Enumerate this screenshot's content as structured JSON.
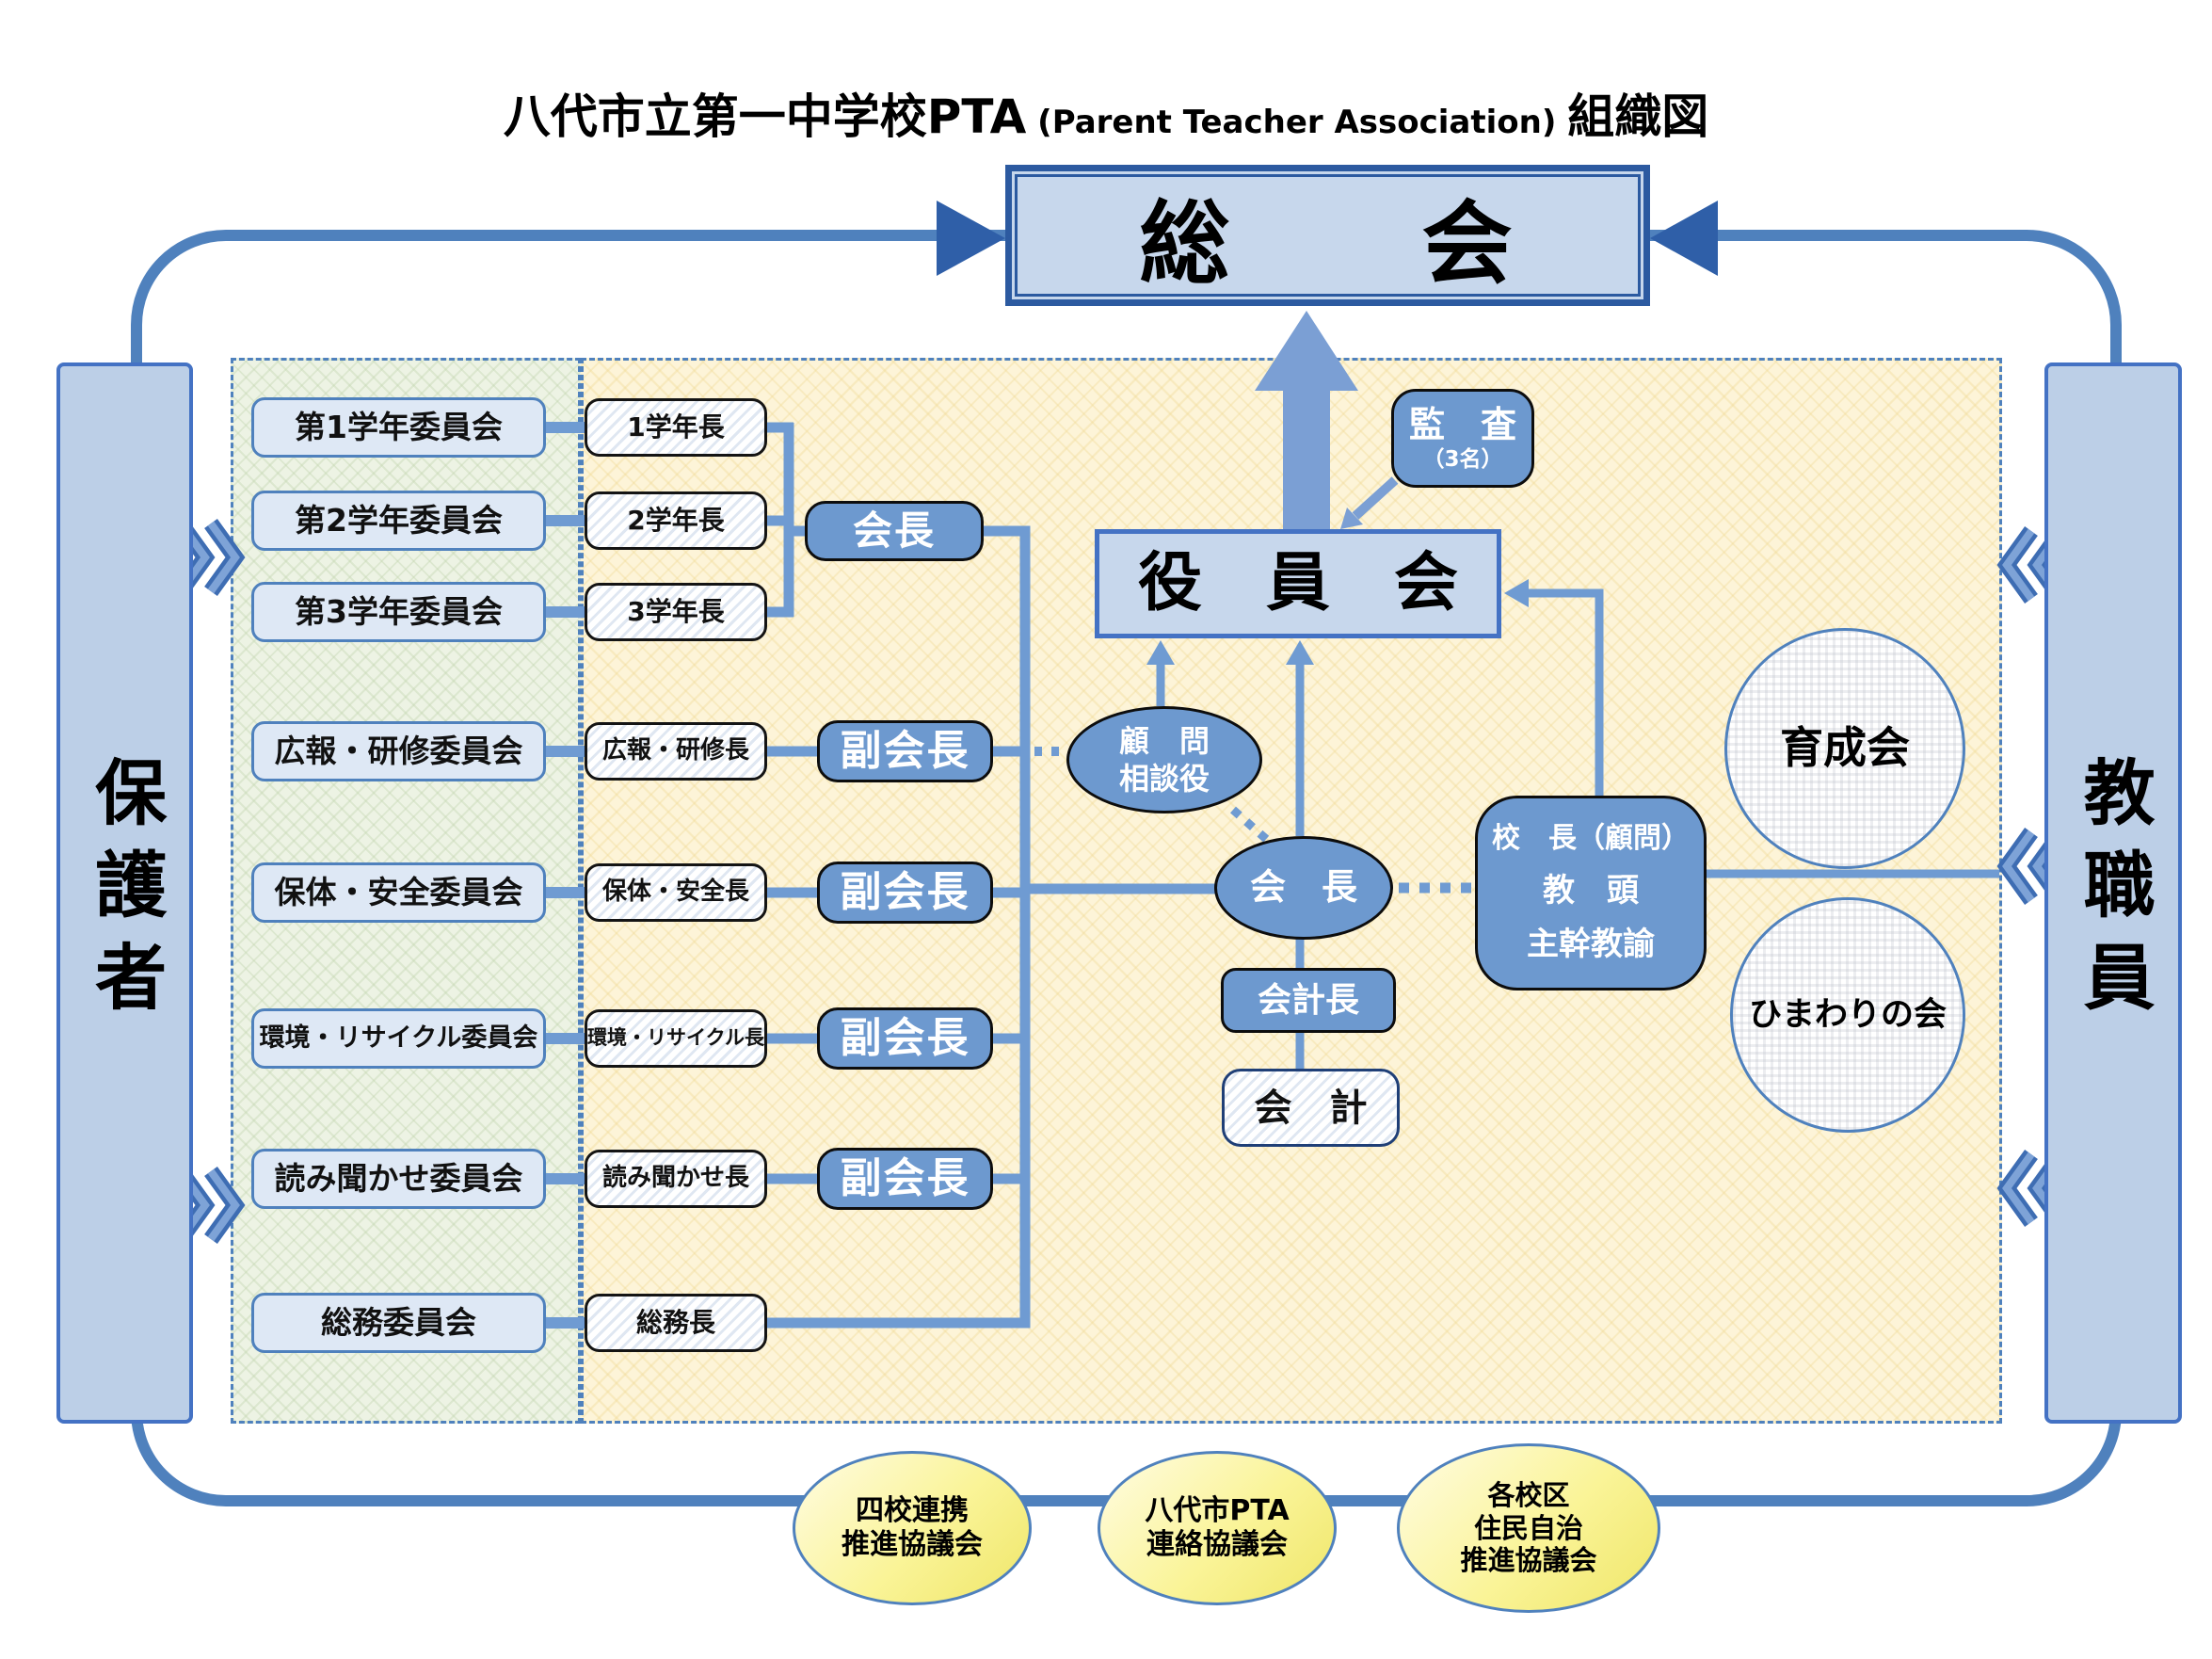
{
  "title": {
    "main": "八代市立第一中学校PTA",
    "en": " (Parent Teacher Association) ",
    "suffix": "組織図"
  },
  "top": {
    "general_assembly": "総　　会"
  },
  "board": {
    "label": "役　員　会"
  },
  "audit": {
    "line1": "監　査",
    "line2": "（3名）"
  },
  "side": {
    "parents": "保護者",
    "staff": "教職員"
  },
  "committees": [
    {
      "name": "第1学年委員会",
      "leader": "1学年長"
    },
    {
      "name": "第2学年委員会",
      "leader": "2学年長"
    },
    {
      "name": "第3学年委員会",
      "leader": "3学年長"
    },
    {
      "name": "広報・研修委員会",
      "leader": "広報・研修長"
    },
    {
      "name": "保体・安全委員会",
      "leader": "保体・安全長"
    },
    {
      "name": "環境・リサイクル委員会",
      "leader": "環境・リサイクル長"
    },
    {
      "name": "読み聞かせ委員会",
      "leader": "読み聞かせ長"
    },
    {
      "name": "総務委員会",
      "leader": "総務長"
    }
  ],
  "officers": {
    "president_box": "会長",
    "vice_president": "副会長",
    "advisor": {
      "line1": "顧　問",
      "line2": "相談役"
    },
    "president": "会　長",
    "chief_accountant": "会計長",
    "accountant": "会　計",
    "school_admins": {
      "line1": "校　長（顧問）",
      "line2": "教　頭",
      "line3": "主幹教諭"
    }
  },
  "related": {
    "ikuseikai": "育成会",
    "himawari": "ひまわりの会"
  },
  "external": [
    {
      "line1": "四校連携",
      "line2": "推進協議会",
      "line3": ""
    },
    {
      "line1": "八代市PTA",
      "line2": "連絡協議会",
      "line3": ""
    },
    {
      "line1": "各校区",
      "line2": "住民自治",
      "line3": "推進協議会"
    }
  ],
  "colors": {
    "accent_blue": "#4f81bd",
    "node_blue": "#6d99cf",
    "light_blue": "#c7d7ec",
    "dark_blue_border": "#2c5aa0",
    "panel_beige": "#fdf4d8",
    "panel_green": "#edf3e4",
    "yellow_ellipse": "#faf498"
  }
}
